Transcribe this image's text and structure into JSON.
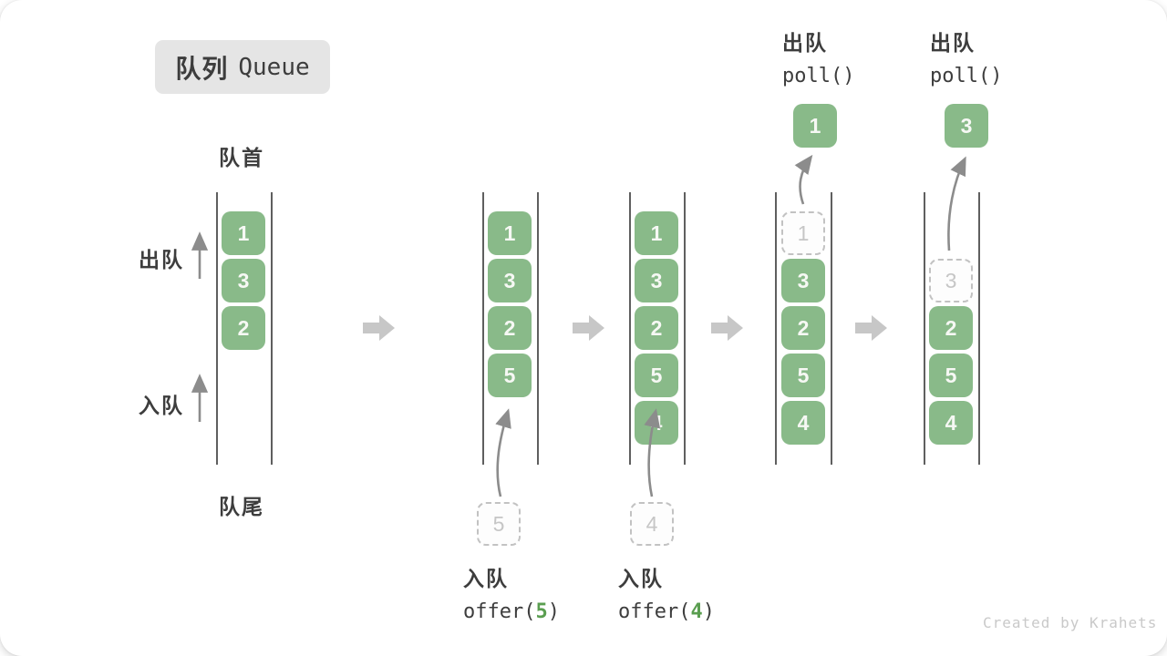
{
  "title": {
    "zh": "队列",
    "en": "Queue"
  },
  "labels": {
    "front": "队首",
    "rear": "队尾",
    "dequeue_side": "出队",
    "enqueue_side": "入队"
  },
  "watermark": "Created by Krahets",
  "colors": {
    "item_green": "#89ba89",
    "arg_green": "#5a9e50",
    "thin_arrow_gray": "#8c8c8c",
    "block_arrow_gray": "#c7c7c7",
    "ghost_border_gray": "#c2c2c2",
    "text_dark": "#3d3d3d",
    "badge_bg": "#e5e5e5"
  },
  "states": [
    {
      "queue": [
        "1",
        "3",
        "2"
      ]
    },
    {
      "queue": [
        "1",
        "3",
        "2",
        "5"
      ],
      "incoming": "5",
      "op": {
        "label": "入队",
        "fn_prefix": "offer(",
        "arg": "5",
        "fn_suffix": ")"
      }
    },
    {
      "queue": [
        "1",
        "3",
        "2",
        "5",
        "4"
      ],
      "incoming": "4",
      "op": {
        "label": "入队",
        "fn_prefix": "offer(",
        "arg": "4",
        "fn_suffix": ")"
      }
    },
    {
      "removed": "1",
      "queue": [
        "3",
        "2",
        "5",
        "4"
      ],
      "polled": "1",
      "op": {
        "label": "出队",
        "fn": "poll()"
      }
    },
    {
      "removed": "3",
      "queue": [
        "2",
        "5",
        "4"
      ],
      "polled": "3",
      "op": {
        "label": "出队",
        "fn": "poll()"
      }
    }
  ]
}
